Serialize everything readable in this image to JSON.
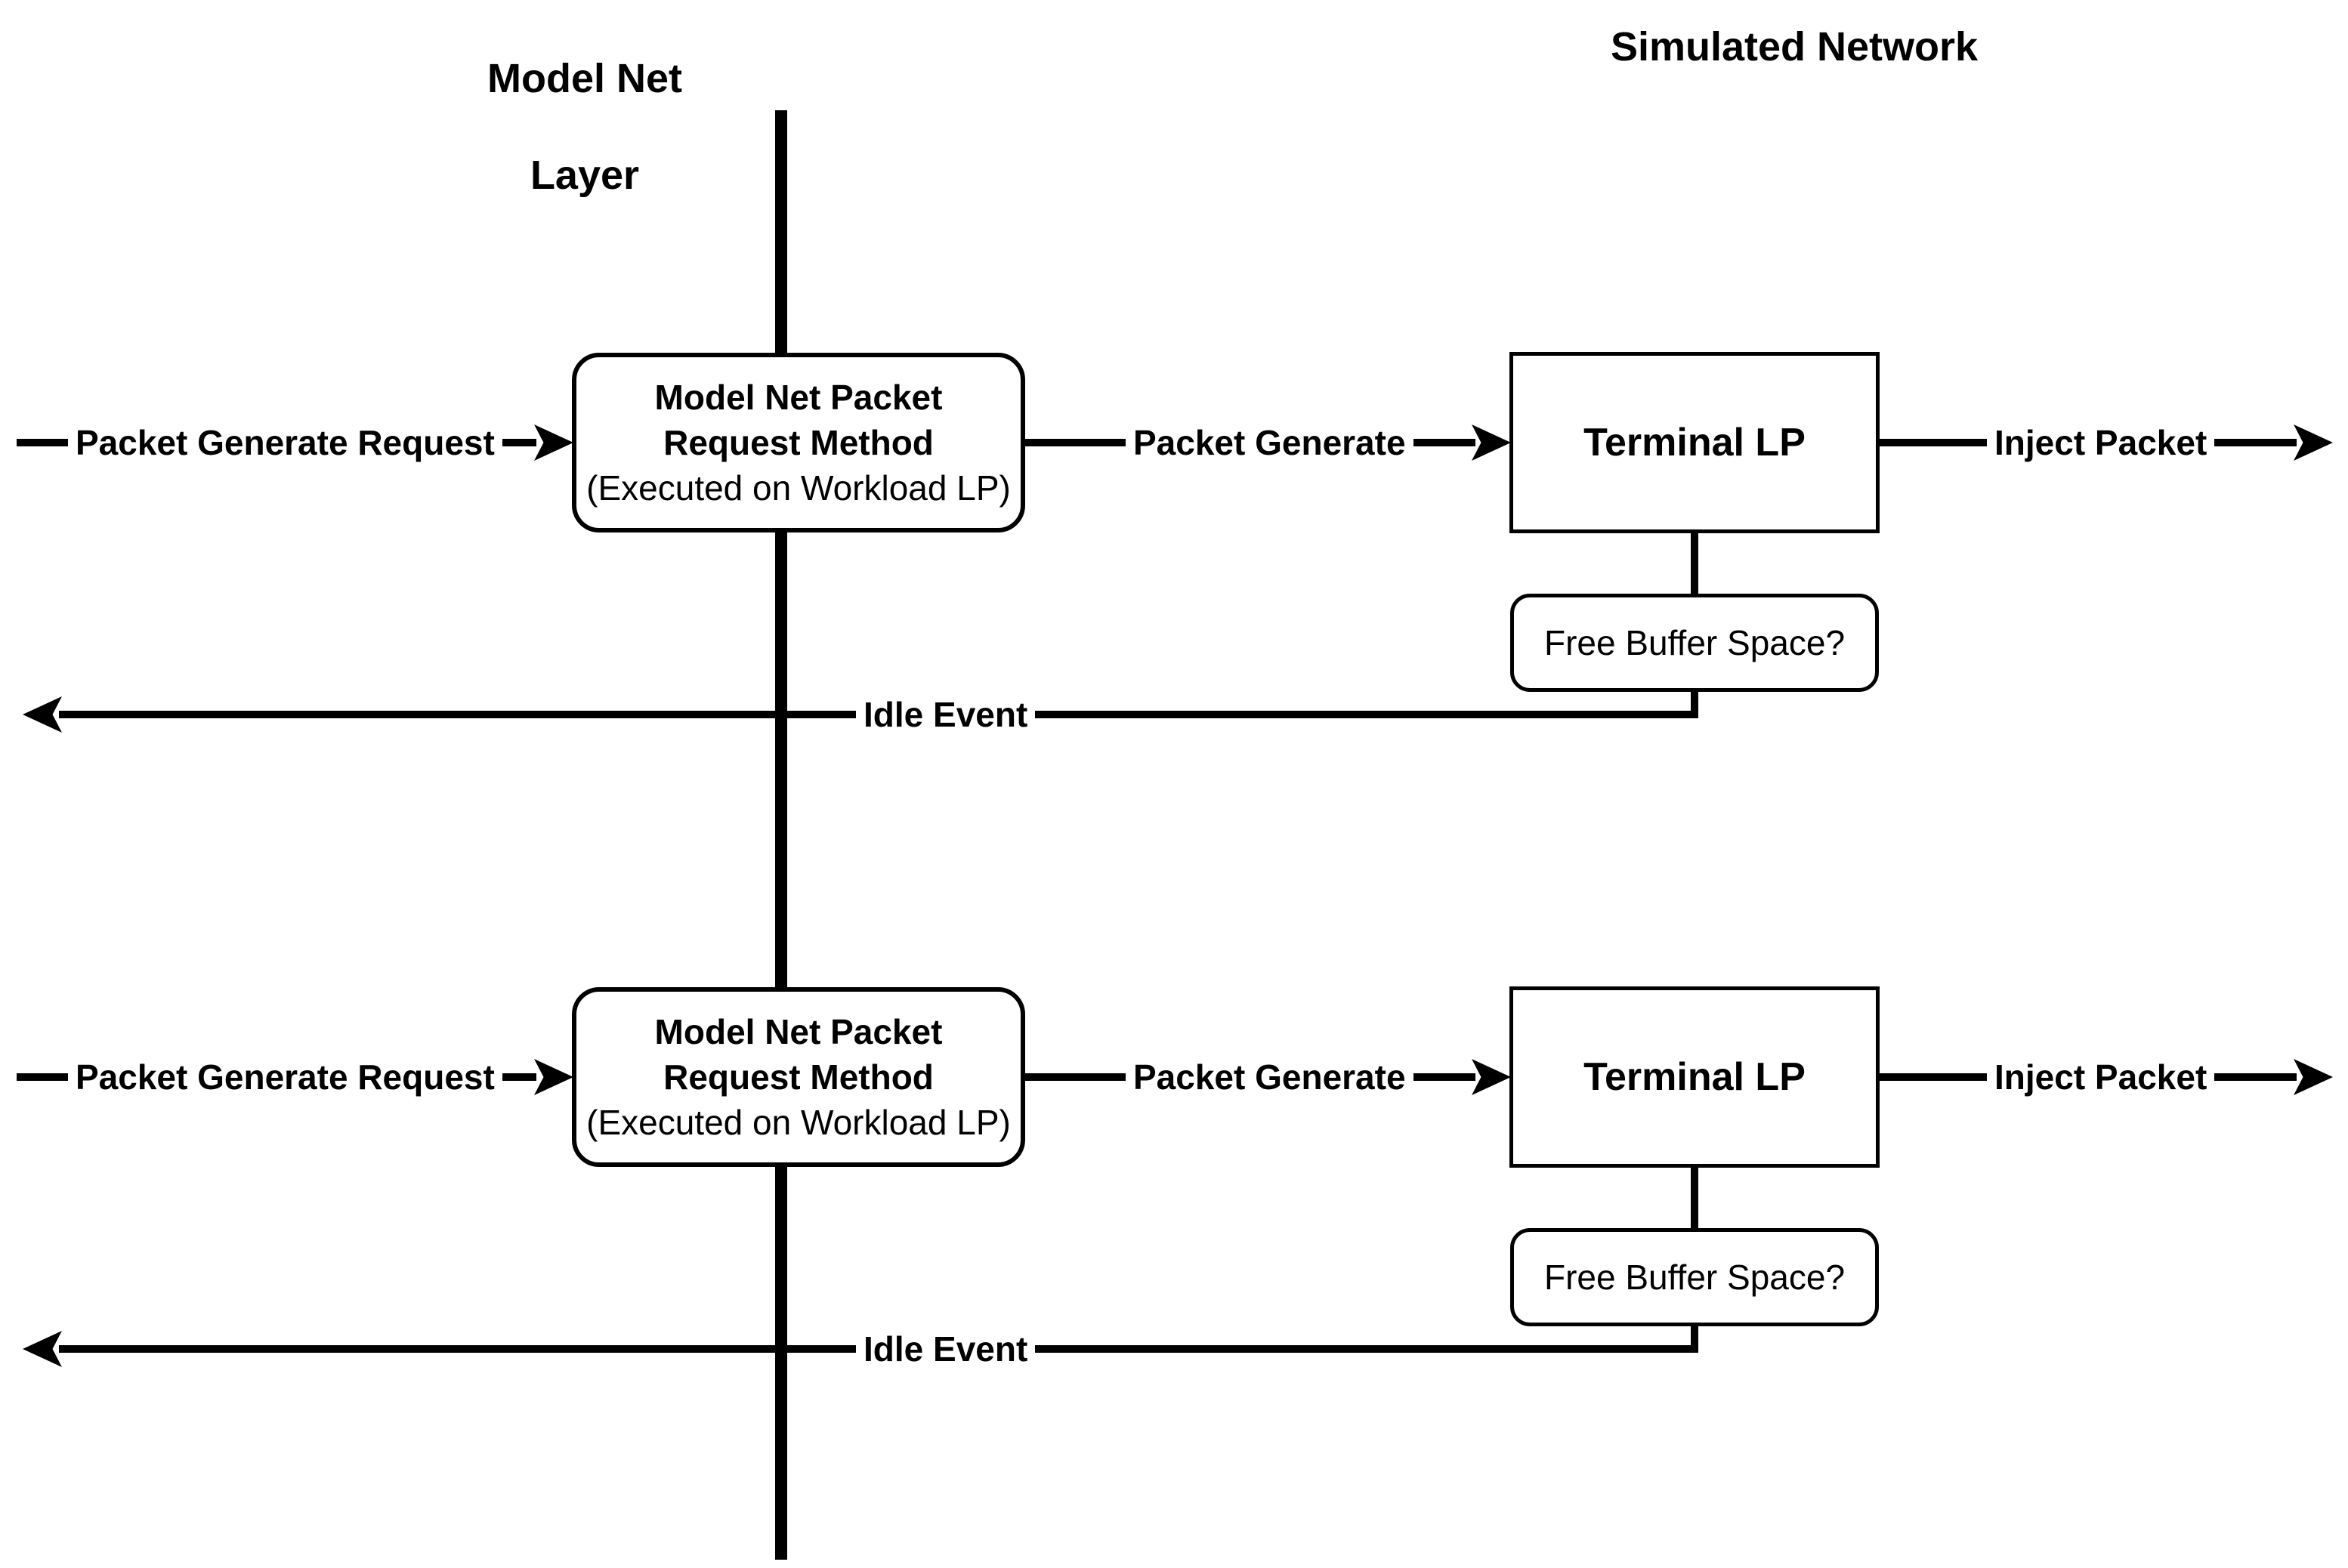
{
  "diagram_title": "Model Net packet generation flow",
  "colors": {
    "ink": "#000000",
    "background": "#ffffff"
  },
  "headers": {
    "model_net_layer": {
      "line1": "Model Net",
      "line2": "Layer"
    },
    "simulated_network": "Simulated Network"
  },
  "rows": [
    {
      "packet_generate_request_label": "Packet Generate Request",
      "method_box": {
        "line1": "Model Net Packet",
        "line2": "Request Method",
        "line3": "(Executed on Workload LP)"
      },
      "packet_generate_label": "Packet Generate",
      "terminal_lp_label": "Terminal LP",
      "inject_packet_label": "Inject Packet",
      "free_buffer_label": "Free Buffer Space?",
      "idle_event_label": "Idle Event"
    },
    {
      "packet_generate_request_label": "Packet Generate Request",
      "method_box": {
        "line1": "Model Net Packet",
        "line2": "Request Method",
        "line3": "(Executed on Workload LP)"
      },
      "packet_generate_label": "Packet Generate",
      "terminal_lp_label": "Terminal LP",
      "inject_packet_label": "Inject Packet",
      "free_buffer_label": "Free Buffer Space?",
      "idle_event_label": "Idle Event"
    }
  ]
}
